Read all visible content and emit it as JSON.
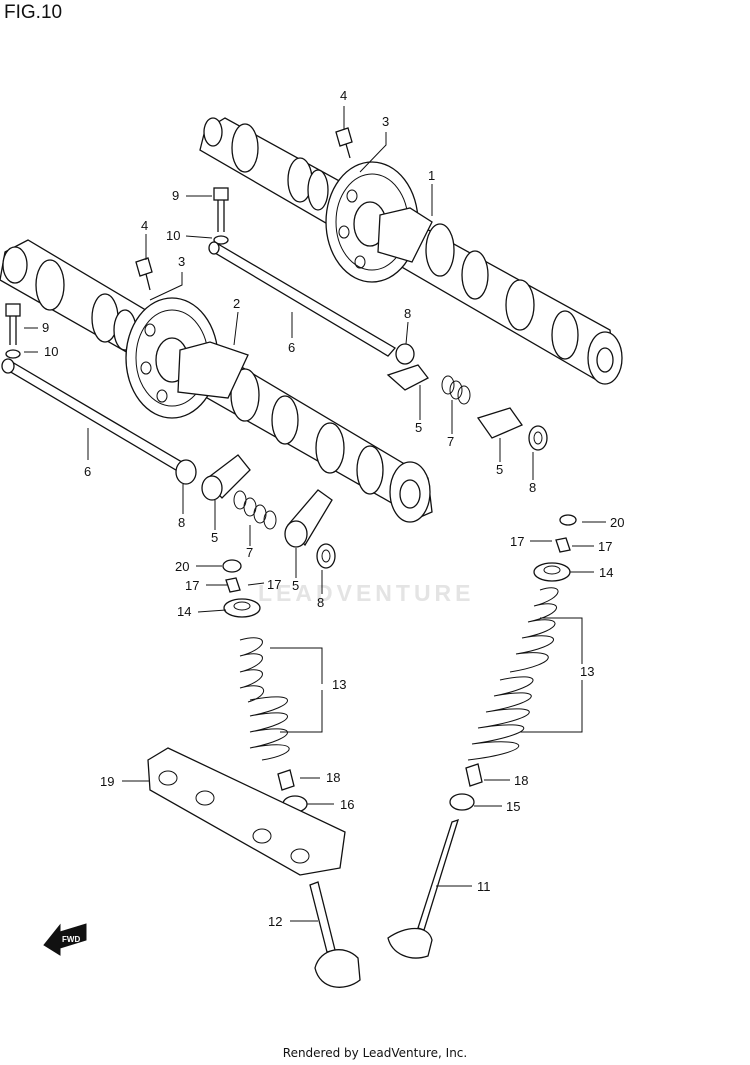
{
  "title": "FIG.10",
  "footer": "Rendered by LeadVenture, Inc.",
  "watermark": "LEADVENTURE",
  "fwd_icon": "fwd-arrow-icon",
  "callouts": [
    {
      "id": "c1",
      "text": "1"
    },
    {
      "id": "c2",
      "text": "2"
    },
    {
      "id": "c3a",
      "text": "3"
    },
    {
      "id": "c3b",
      "text": "3"
    },
    {
      "id": "c4a",
      "text": "4"
    },
    {
      "id": "c4b",
      "text": "4"
    },
    {
      "id": "c5a",
      "text": "5"
    },
    {
      "id": "c5b",
      "text": "5"
    },
    {
      "id": "c5c",
      "text": "5"
    },
    {
      "id": "c5d",
      "text": "5"
    },
    {
      "id": "c6a",
      "text": "6"
    },
    {
      "id": "c6b",
      "text": "6"
    },
    {
      "id": "c7a",
      "text": "7"
    },
    {
      "id": "c7b",
      "text": "7"
    },
    {
      "id": "c8a",
      "text": "8"
    },
    {
      "id": "c8b",
      "text": "8"
    },
    {
      "id": "c8c",
      "text": "8"
    },
    {
      "id": "c8d",
      "text": "8"
    },
    {
      "id": "c9a",
      "text": "9"
    },
    {
      "id": "c9b",
      "text": "9"
    },
    {
      "id": "c10a",
      "text": "10"
    },
    {
      "id": "c10b",
      "text": "10"
    },
    {
      "id": "c11",
      "text": "11"
    },
    {
      "id": "c12",
      "text": "12"
    },
    {
      "id": "c13a",
      "text": "13"
    },
    {
      "id": "c13b",
      "text": "13"
    },
    {
      "id": "c14a",
      "text": "14"
    },
    {
      "id": "c14b",
      "text": "14"
    },
    {
      "id": "c15",
      "text": "15"
    },
    {
      "id": "c16",
      "text": "16"
    },
    {
      "id": "c17a",
      "text": "17"
    },
    {
      "id": "c17b",
      "text": "17"
    },
    {
      "id": "c17c",
      "text": "17"
    },
    {
      "id": "c17d",
      "text": "17"
    },
    {
      "id": "c18a",
      "text": "18"
    },
    {
      "id": "c18b",
      "text": "18"
    },
    {
      "id": "c19",
      "text": "19"
    },
    {
      "id": "c20a",
      "text": "20"
    },
    {
      "id": "c20b",
      "text": "20"
    }
  ]
}
